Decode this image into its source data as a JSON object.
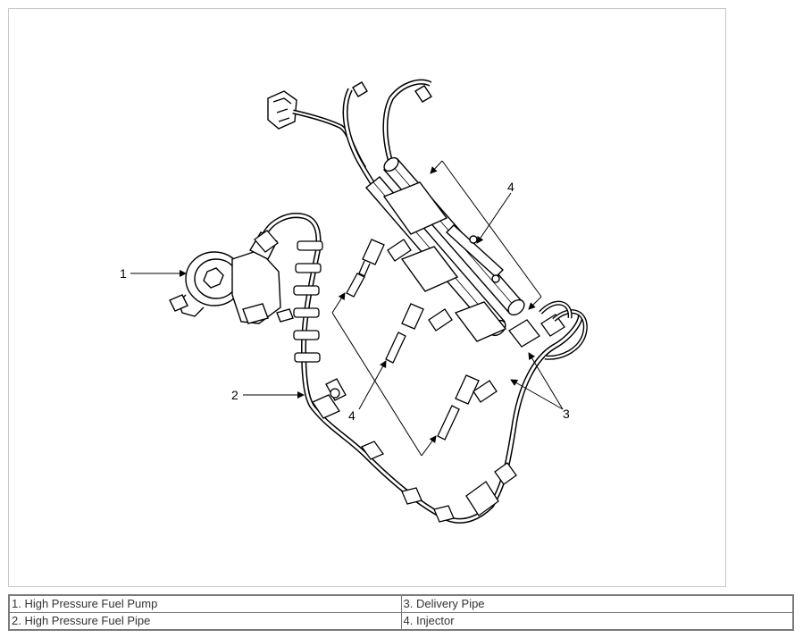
{
  "callouts": {
    "c1": "1",
    "c2": "2",
    "c3": "3",
    "c4a": "4",
    "c4b": "4"
  },
  "legend": {
    "rows": [
      [
        {
          "text": "1. High Pressure Fuel Pump"
        },
        {
          "text": "3. Delivery Pipe"
        }
      ],
      [
        {
          "text": "2. High Pressure Fuel Pipe"
        },
        {
          "text": "4. Injector"
        }
      ]
    ]
  }
}
